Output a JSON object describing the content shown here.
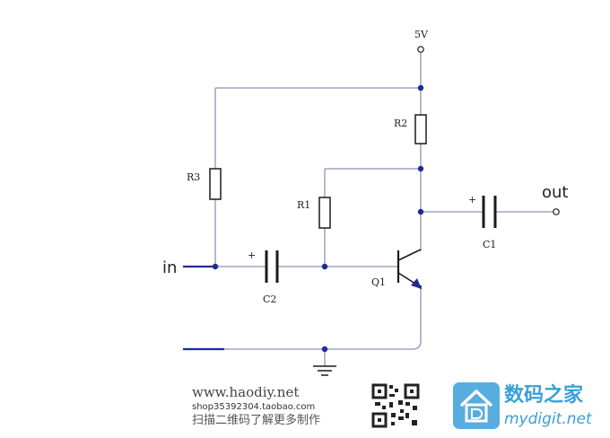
{
  "diagram": {
    "supply_label": "5V",
    "output_label": "out",
    "input_label": "in",
    "resistors": [
      "R1",
      "R2",
      "R3"
    ],
    "capacitors": [
      "C1",
      "C2"
    ],
    "transistor": "Q1",
    "polarity_mark": "+"
  },
  "watermark": {
    "site": "www.haodiy.net",
    "shop": "shop35392304.taobao.com",
    "note": "扫描二维码了解更多制作"
  },
  "brand": {
    "name_cn": "数码之家",
    "name_en": "mydigit.net",
    "accent": "#3aa0d8"
  },
  "colors": {
    "wire": "#8a94b8",
    "node": "#1f2a9a",
    "component": "#1a1a1a"
  }
}
